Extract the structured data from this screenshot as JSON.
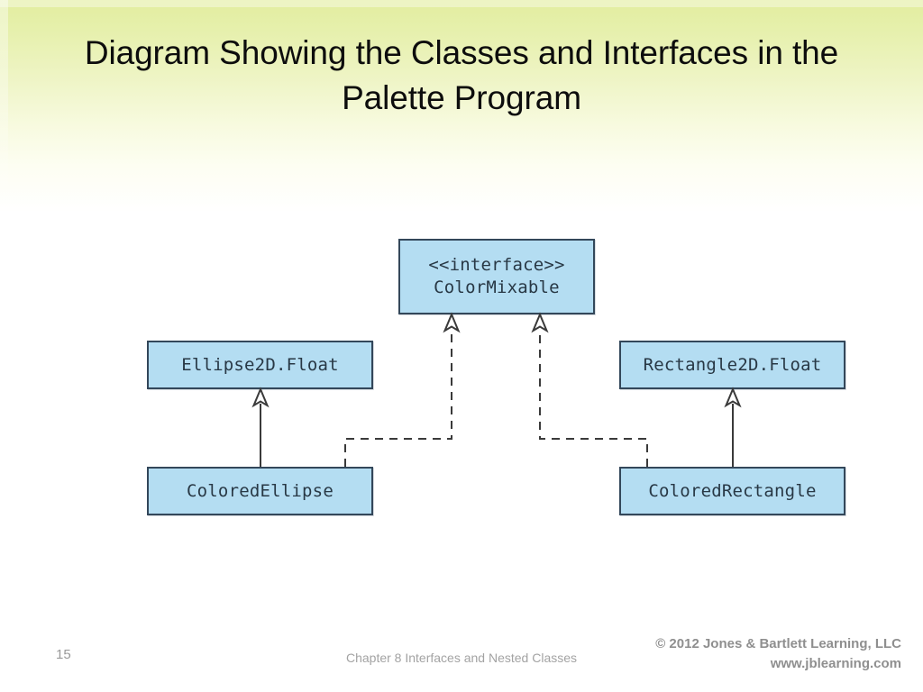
{
  "slide": {
    "title": "Diagram Showing the Classes and Interfaces in the Palette Program",
    "page_number": "15",
    "footer_center": "Chapter 8 Interfaces and Nested Classes",
    "copyright_line1": "© 2012 Jones & Bartlett Learning, LLC",
    "copyright_line2": "www.jblearning.com"
  },
  "theme": {
    "header_gradient_top": "#e2ed9f",
    "header_gradient_bottom": "#ffffff",
    "box_fill": "#b4ddf2",
    "box_border": "#33475a",
    "box_text": "#283845",
    "connector_color": "#3a3a3a",
    "footer_text": "#a3a3a3",
    "title_text": "#0d0d0d"
  },
  "diagram": {
    "type": "uml-class-diagram",
    "nodes": [
      {
        "id": "colormixable",
        "kind": "interface",
        "stereotype": "<<interface>>",
        "name": "ColorMixable"
      },
      {
        "id": "ellipse",
        "kind": "class",
        "stereotype": "",
        "name": "Ellipse2D.Float"
      },
      {
        "id": "rectangle",
        "kind": "class",
        "stereotype": "",
        "name": "Rectangle2D.Float"
      },
      {
        "id": "coloredellipse",
        "kind": "class",
        "stereotype": "",
        "name": "ColoredEllipse"
      },
      {
        "id": "coloredrectangle",
        "kind": "class",
        "stereotype": "",
        "name": "ColoredRectangle"
      }
    ],
    "edges": [
      {
        "id": "gen-coloredellipse-ellipse",
        "relation": "generalization",
        "style": "solid",
        "arrowhead": "hollow-triangle",
        "from": "coloredellipse",
        "to": "ellipse"
      },
      {
        "id": "gen-coloredrectangle-rectangle",
        "relation": "generalization",
        "style": "solid",
        "arrowhead": "hollow-triangle",
        "from": "coloredrectangle",
        "to": "rectangle"
      },
      {
        "id": "real-coloredellipse-colormixable",
        "relation": "realization",
        "style": "dashed",
        "arrowhead": "hollow-triangle",
        "from": "coloredellipse",
        "to": "colormixable"
      },
      {
        "id": "real-coloredrectangle-colormixable",
        "relation": "realization",
        "style": "dashed",
        "arrowhead": "hollow-triangle",
        "from": "coloredrectangle",
        "to": "colormixable"
      }
    ]
  }
}
